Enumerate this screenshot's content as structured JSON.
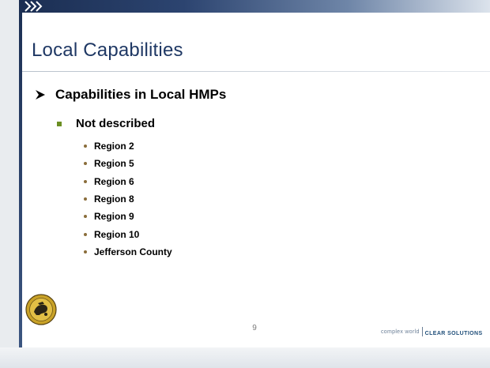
{
  "slide": {
    "title": "Local Capabilities",
    "bullet_l1": "Capabilities in Local HMPs",
    "bullet_l2": "Not described",
    "items": [
      "Region 2",
      "Region 5",
      "Region 6",
      "Region 8",
      "Region 9",
      "Region 10",
      "Jefferson County"
    ],
    "page_number": "9"
  },
  "footer": {
    "tagline_left": "complex world",
    "tagline_right": "CLEAR SOLUTIONS"
  },
  "icons": {
    "header": "double-chevron-icon",
    "level1_bullet": "arrow-bullet-icon",
    "level2_bullet": "square-bullet-icon",
    "level3_bullet": "dot-bullet-icon",
    "logo": "state-seal-icon"
  },
  "colors": {
    "title": "#1f3864",
    "header_dark": "#1b2e52",
    "level2_bullet": "#6b8e23",
    "level3_bullet": "#8a6d3b"
  }
}
